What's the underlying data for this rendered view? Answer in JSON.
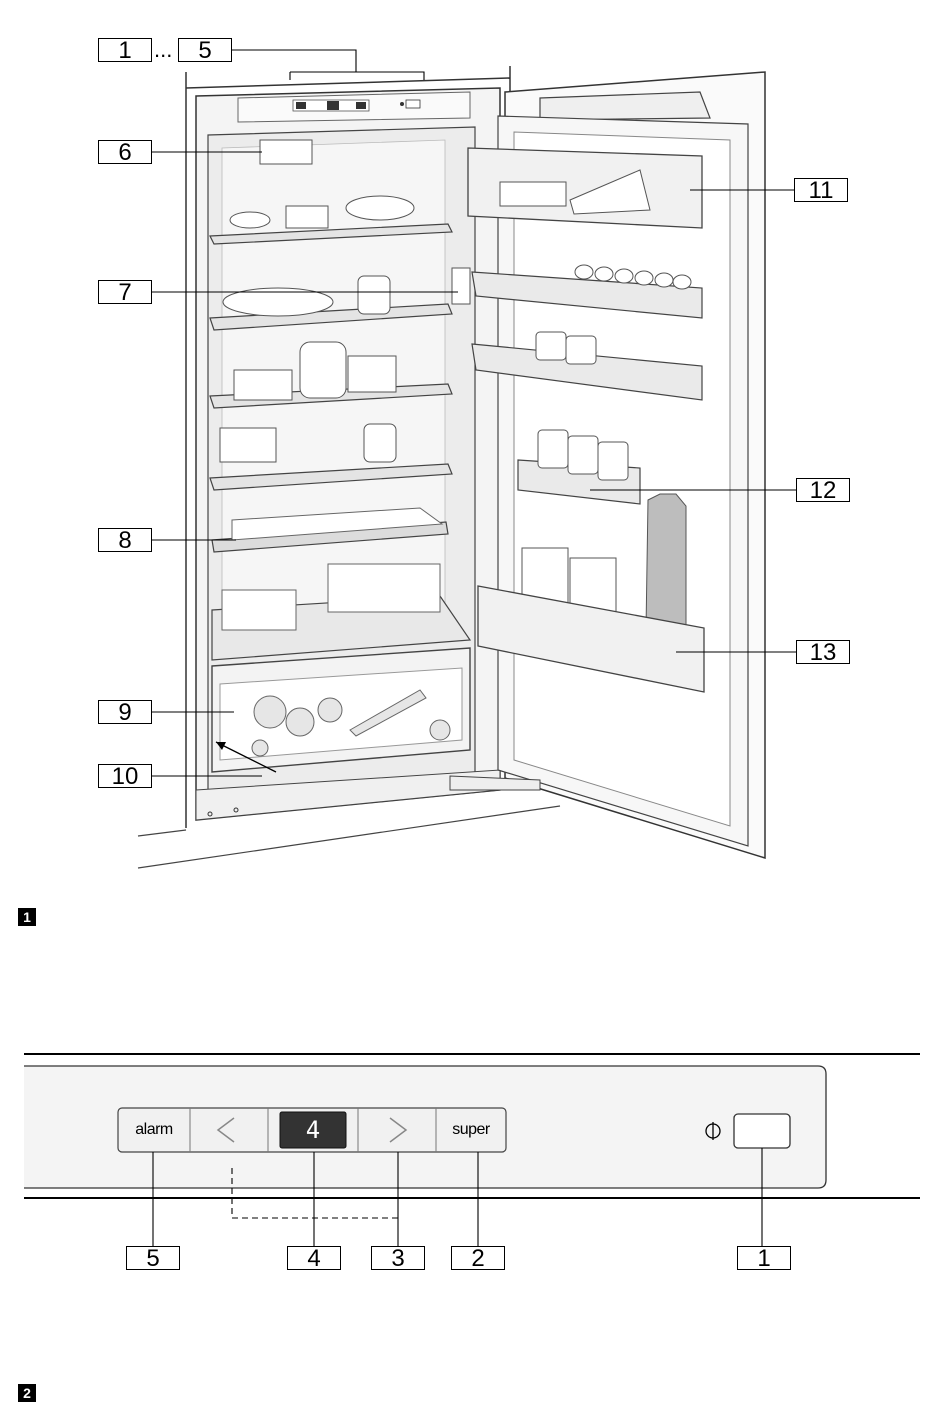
{
  "figure1": {
    "marker": "1",
    "callouts": {
      "c1": "1",
      "ellipsis": "...",
      "c5": "5",
      "c6": "6",
      "c7": "7",
      "c8": "8",
      "c9": "9",
      "c10": "10",
      "c11": "11",
      "c12": "12",
      "c13": "13"
    }
  },
  "figure2": {
    "marker": "2",
    "panel": {
      "alarm_label": "alarm",
      "display_value": "4",
      "super_label": "super",
      "left_arrow": "‹",
      "right_arrow": "›",
      "power_symbol": "⏻"
    },
    "callouts": {
      "c5": "5",
      "c4": "4",
      "c3": "3",
      "c2": "2",
      "c1": "1"
    }
  }
}
